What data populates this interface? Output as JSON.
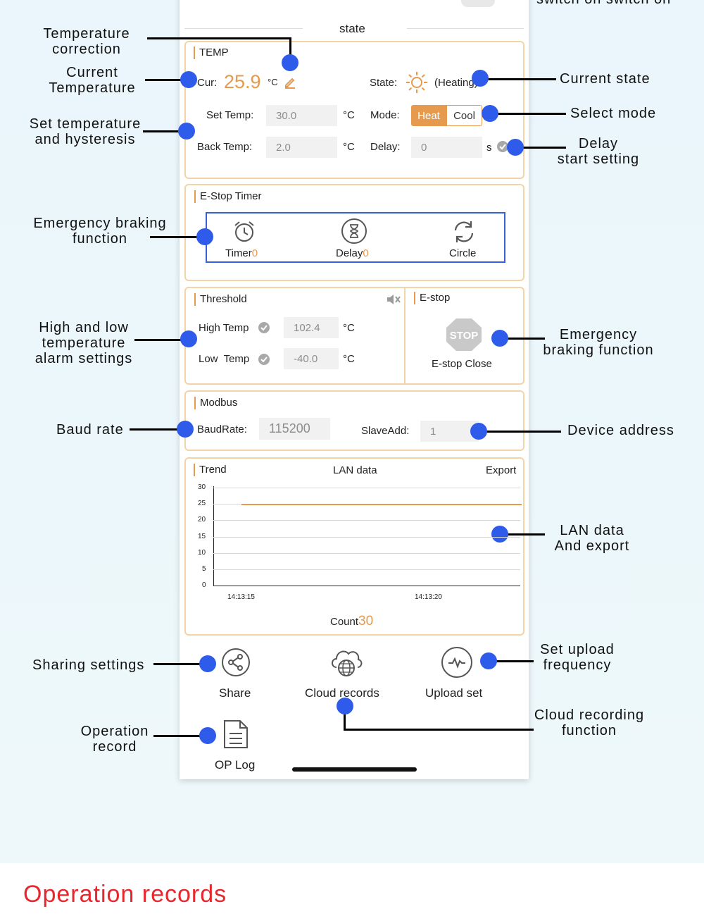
{
  "header": {
    "top_cut_text": "switch on switch on",
    "state_title": "state"
  },
  "temp": {
    "title": "TEMP",
    "cur_label": "Cur:",
    "cur_value": "25.9",
    "cur_unit": "°C",
    "state_label": "State:",
    "state_value": "(Heating)",
    "set_label": "Set Temp:",
    "set_value": "30.0",
    "set_unit": "°C",
    "mode_label": "Mode:",
    "mode_heat": "Heat",
    "mode_cool": "Cool",
    "back_label": "Back Temp:",
    "back_value": "2.0",
    "back_unit": "°C",
    "delay_label": "Delay:",
    "delay_value": "0",
    "delay_unit": "s"
  },
  "estop_timer": {
    "title": "E-Stop Timer",
    "timer_label": "Timer",
    "timer_count": "0",
    "delay_label": "Delay",
    "delay_count": "0",
    "circle_label": "Circle"
  },
  "threshold": {
    "title": "Threshold",
    "high_label": "High Temp",
    "high_value": "102.4",
    "high_unit": "°C",
    "low_label": "Low  Temp",
    "low_value": "-40.0",
    "low_unit": "°C"
  },
  "estop": {
    "title": "E-stop",
    "stop_text": "STOP",
    "close_label": "E-stop Close"
  },
  "modbus": {
    "title": "Modbus",
    "baud_label": "BaudRate:",
    "baud_value": "115200",
    "slave_label": "SlaveAdd:",
    "slave_value": "1"
  },
  "trend": {
    "title": "Trend",
    "lan_label": "LAN data",
    "export_label": "Export",
    "count_label": "Count",
    "count_value": "30"
  },
  "chart_data": {
    "type": "line",
    "title": "",
    "yticks": [
      "30",
      "25",
      "20",
      "15",
      "10",
      "5",
      "0"
    ],
    "xticks": [
      "14:13:15",
      "14:13:20"
    ],
    "ylim": [
      0,
      30
    ],
    "series": [
      {
        "values": [
          25,
          25
        ]
      }
    ]
  },
  "bottom": {
    "share": "Share",
    "cloud": "Cloud records",
    "upload": "Upload set",
    "oplog": "OP Log"
  },
  "annotations": {
    "temp_correction": "Temperature\ncorrection",
    "current_temp": "Current\nTemperature",
    "set_temp": "Set temperature\nand hysteresis",
    "emergency_left": "Emergency braking\nfunction",
    "alarm": "High and low\ntemperature\nalarm settings",
    "baud": "Baud rate",
    "sharing": "Sharing settings",
    "operation": "Operation\nrecord",
    "current_state": "Current state",
    "select_mode": "Select mode",
    "delay_start": "Delay\nstart setting",
    "emergency_right": "Emergency\nbraking function",
    "device_address": "Device address",
    "lan_export": "LAN data\nAnd export",
    "upload_freq": "Set upload\nfrequency",
    "cloud_function": "Cloud recording\nfunction"
  },
  "footer": {
    "title": "Operation records"
  },
  "colors": {
    "accent": "#e69a4d",
    "marker": "#2f5bea",
    "footer_text": "#e8262d"
  }
}
